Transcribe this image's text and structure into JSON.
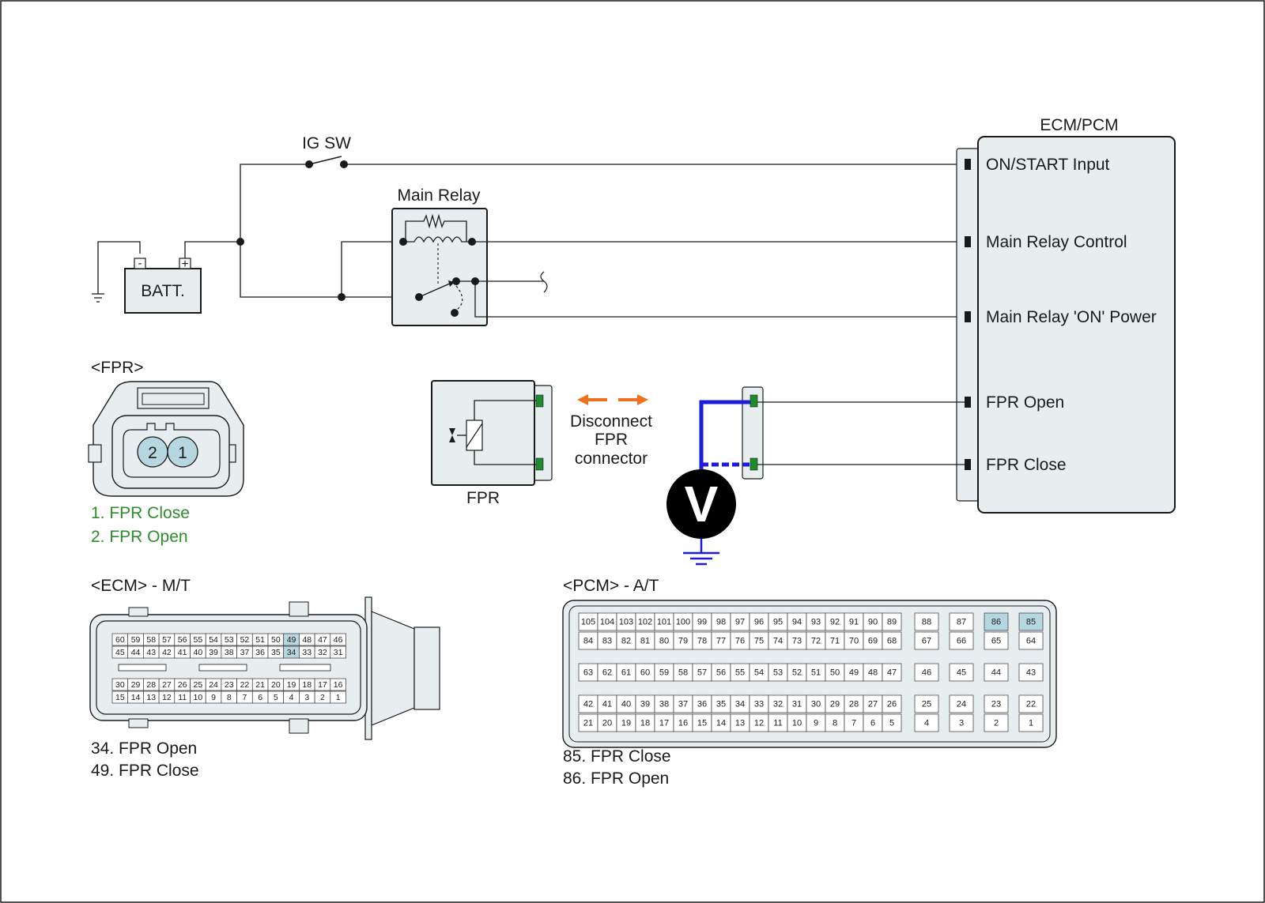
{
  "battery": {
    "label": "BATT.",
    "minus": "-",
    "plus": "+"
  },
  "ig_switch": {
    "label": "IG SW"
  },
  "main_relay": {
    "label": "Main Relay"
  },
  "ecm_box": {
    "title": "ECM/PCM",
    "terminals": [
      "ON/START Input",
      "Main Relay Control",
      "Main Relay 'ON' Power",
      "FPR Open",
      "FPR Close"
    ]
  },
  "fpr_connector": {
    "title": "<FPR>",
    "pins": [
      "2",
      "1"
    ],
    "legend": [
      "1. FPR Close",
      "2. FPR Open"
    ],
    "legend_color": "#2e8b2e"
  },
  "fpr_component": {
    "label": "FPR",
    "note_lines": [
      "Disconnect",
      "FPR",
      "connector"
    ],
    "arrow_color": "#f07020"
  },
  "voltmeter": {
    "label": "V",
    "probe_color": "#1c1cd9"
  },
  "ecm_connector": {
    "title": "<ECM> - M/T",
    "rows": [
      [
        "60",
        "59",
        "58",
        "57",
        "56",
        "55",
        "54",
        "53",
        "52",
        "51",
        "50",
        "49",
        "48",
        "47",
        "46"
      ],
      [
        "45",
        "44",
        "43",
        "42",
        "41",
        "40",
        "39",
        "38",
        "37",
        "36",
        "35",
        "34",
        "33",
        "32",
        "31"
      ],
      [
        "30",
        "29",
        "28",
        "27",
        "26",
        "25",
        "24",
        "23",
        "22",
        "21",
        "20",
        "19",
        "18",
        "17",
        "16"
      ],
      [
        "15",
        "14",
        "13",
        "12",
        "11",
        "10",
        "9",
        "8",
        "7",
        "6",
        "5",
        "4",
        "3",
        "2",
        "1"
      ]
    ],
    "highlighted": [
      "49",
      "34"
    ],
    "legend": [
      "34. FPR Open",
      "49. FPR Close"
    ]
  },
  "pcm_connector": {
    "title": "<PCM> - A/T",
    "groups": [
      [
        [
          "105",
          "104",
          "103",
          "102",
          "101",
          "100",
          "99",
          "98",
          "97",
          "96",
          "95",
          "94",
          "93",
          "92",
          "91",
          "90",
          "89"
        ],
        [
          "84",
          "83",
          "82",
          "81",
          "80",
          "79",
          "78",
          "77",
          "76",
          "75",
          "74",
          "73",
          "72",
          "71",
          "70",
          "69",
          "68"
        ]
      ],
      [
        [
          "63",
          "62",
          "61",
          "60",
          "59",
          "58",
          "57",
          "56",
          "55",
          "54",
          "53",
          "52",
          "51",
          "50",
          "49",
          "48",
          "47"
        ]
      ],
      [
        [
          "42",
          "41",
          "40",
          "39",
          "38",
          "37",
          "36",
          "35",
          "34",
          "33",
          "32",
          "31",
          "30",
          "29",
          "28",
          "27",
          "26"
        ],
        [
          "21",
          "20",
          "19",
          "18",
          "17",
          "16",
          "15",
          "14",
          "13",
          "12",
          "11",
          "10",
          "9",
          "8",
          "7",
          "6",
          "5"
        ]
      ]
    ],
    "side_groups": [
      [
        [
          "88",
          "87",
          "86",
          "85"
        ],
        [
          "67",
          "66",
          "65",
          "64"
        ]
      ],
      [
        [
          "46",
          "45",
          "44",
          "43"
        ]
      ],
      [
        [
          "25",
          "24",
          "23",
          "22"
        ],
        [
          "4",
          "3",
          "2",
          "1"
        ]
      ]
    ],
    "highlighted": [
      "86",
      "85"
    ],
    "legend": [
      "85. FPR Close",
      "86. FPR Open"
    ]
  },
  "colors": {
    "highlight": "#b7d7e0",
    "panel": "#e8eef0",
    "pin_green": "#1e8c2e"
  }
}
